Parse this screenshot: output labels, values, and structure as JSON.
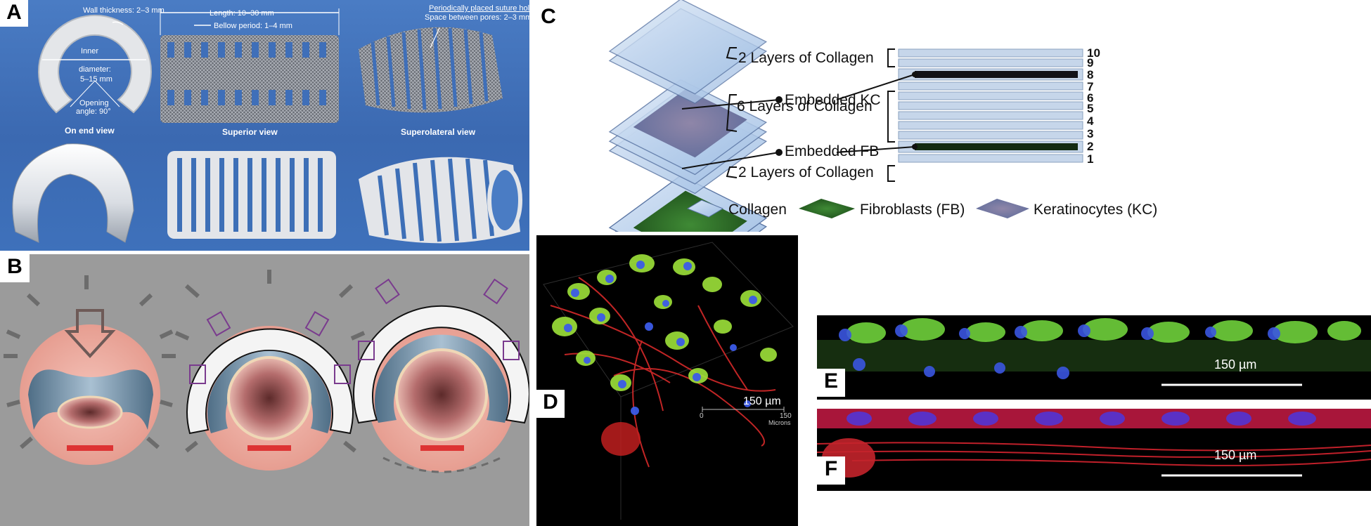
{
  "panels": {
    "a": {
      "letter": "A",
      "wall_thickness": "Wall thickness: 2–3 mm",
      "inner_diameter_1": "Inner",
      "inner_diameter_2": "diameter:",
      "inner_diameter_3": "5–15 mm",
      "opening_1": "Opening",
      "opening_2": "angle: 90°",
      "end_view": "On end view",
      "length": "Length: 10–30 mm",
      "bellow": "Bellow period: 1–4 mm",
      "suture_1": "Periodically placed suture holes",
      "suture_2": "Space between pores: 2–3 mm",
      "superior_view": "Superior view",
      "superolateral_view": "Superolateral view"
    },
    "b": {
      "letter": "B"
    },
    "c": {
      "letter": "C",
      "label_top": "2 Layers of Collagen",
      "label_kc": "Embedded KC",
      "label_middle": "6 Layers of Collagen",
      "label_fb": "Embedded FB",
      "label_bottom": "2 Layers of Collagen",
      "layer_numbers": [
        "10",
        "9",
        "8",
        "7",
        "6",
        "5",
        "4",
        "3",
        "2",
        "1"
      ],
      "legend": {
        "collagen": "Collagen",
        "fibroblasts": "Fibroblasts (FB)",
        "keratinocytes": "Keratinocytes (KC)"
      }
    },
    "d": {
      "letter": "D",
      "scale_label": "150 µm",
      "axis_start": "0",
      "axis_end": "150",
      "axis_unit": "Microns"
    },
    "e": {
      "letter": "E",
      "scale_label": "150 µm"
    },
    "f": {
      "letter": "F",
      "scale_label": "150 µm"
    }
  },
  "colors": {
    "panel_a_bg": "#3d6fb8",
    "panel_b_bg": "#9a9a9a",
    "collagen": "#b9d3ee",
    "fibroblast": "#2f7a2a",
    "keratinocyte": "#6c6f9e",
    "confocal_bg": "#000000"
  }
}
